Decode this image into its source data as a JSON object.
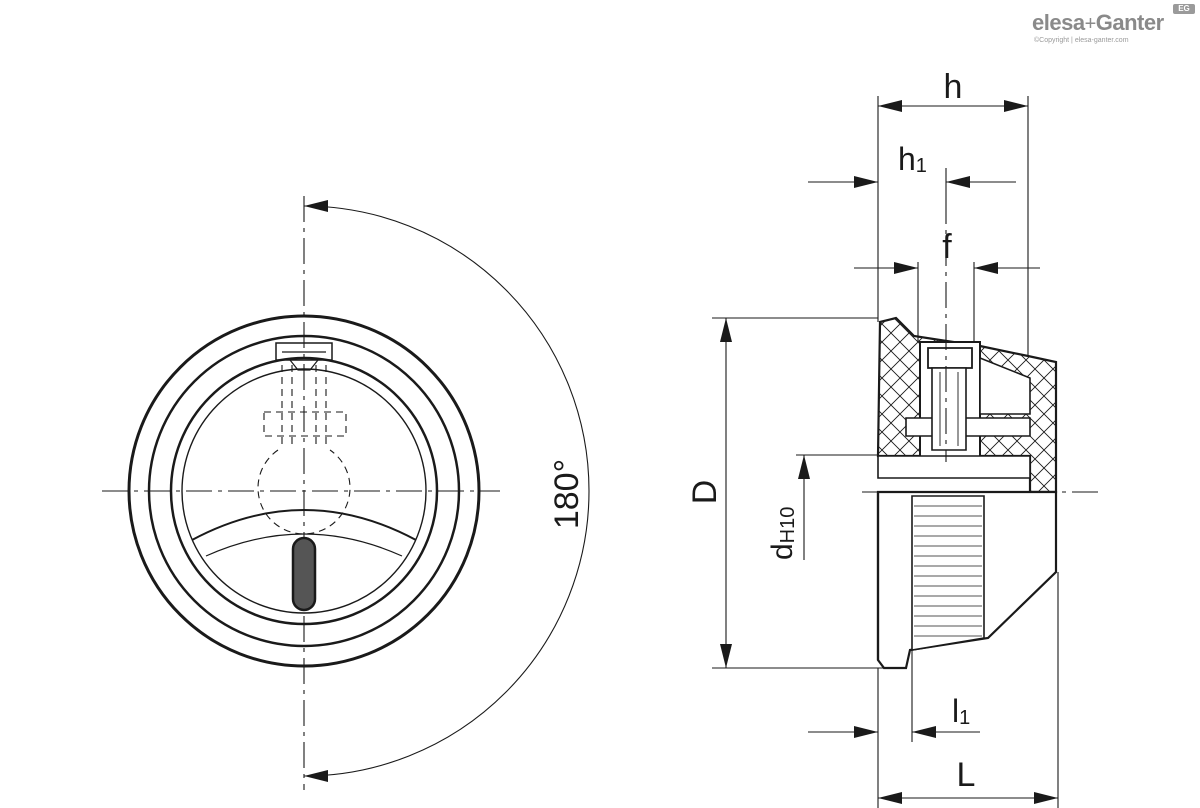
{
  "brand": {
    "logo_text_1": "elesa",
    "logo_plus": "+",
    "logo_text_2": "Ganter",
    "badge": "EG",
    "copyright": "©Copyright | elesa-ganter.com"
  },
  "dimensions": {
    "h": "h",
    "h1_main": "h",
    "h1_sub": "1",
    "f": "f",
    "D": "D",
    "d_main": "d",
    "d_sub": "H10",
    "angle": "180°",
    "l1_main": "l",
    "l1_sub": "1",
    "L": "L"
  },
  "colors": {
    "line": "#1a1a1a",
    "indicator": "#555555",
    "logo": "#8a8a8a"
  }
}
